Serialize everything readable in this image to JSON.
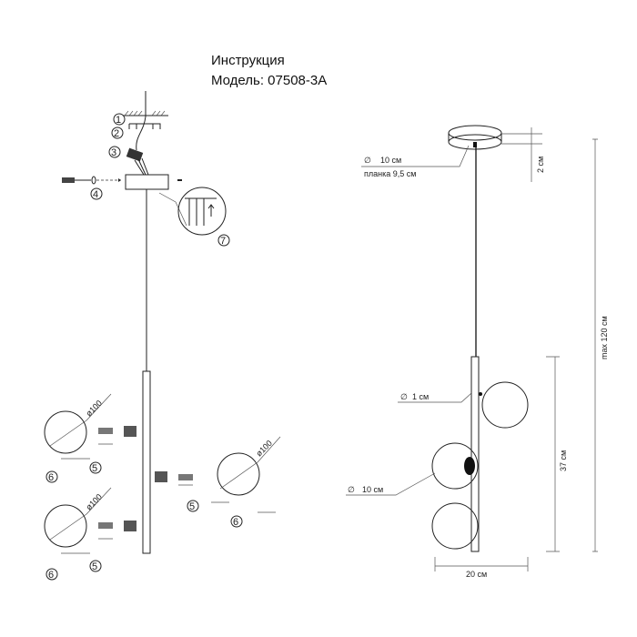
{
  "header": {
    "title": "Инструкция",
    "model": "Модель: 07508-3A"
  },
  "assembly": {
    "steps": [
      "1",
      "2",
      "3",
      "4",
      "5",
      "6",
      "7"
    ],
    "globe_diameter": "ø100"
  },
  "dimensions": {
    "canopy_diameter": "10 см",
    "plate": "планка 9,5 см",
    "canopy_height": "2 см",
    "max_height": "max 120 см",
    "rod_diameter": "1 см",
    "globe_diameter": "10 см",
    "body_height": "37 см",
    "width": "20 см"
  }
}
